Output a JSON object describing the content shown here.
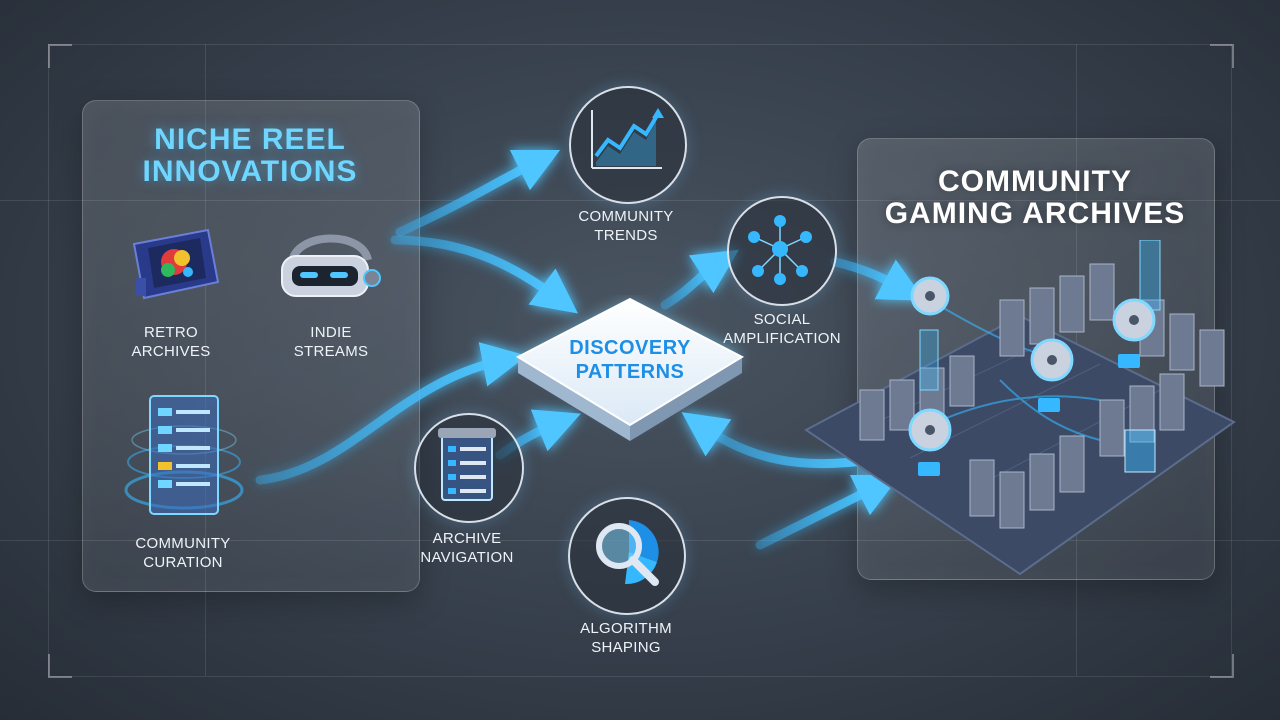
{
  "colors": {
    "accent": "#35b8ff",
    "accent_glow": "#7fd8ff",
    "title_left": "#6fd6ff",
    "title_right": "#ffffff",
    "hub_text": "#1d8fe6"
  },
  "left_panel": {
    "title_line1": "NICHE REEL",
    "title_line2": "INNOVATIONS",
    "items": [
      {
        "label_line1": "RETRO",
        "label_line2": "ARCHIVES",
        "icon": "retro-cartridge-icon"
      },
      {
        "label_line1": "INDIE",
        "label_line2": "STREAMS",
        "icon": "vr-headset-icon"
      },
      {
        "label_line1": "COMMUNITY",
        "label_line2": "CURATION",
        "icon": "holographic-list-icon"
      }
    ]
  },
  "hub": {
    "line1": "DISCOVERY",
    "line2": "PATTERNS"
  },
  "nodes": {
    "community_trends": {
      "line1": "COMMUNITY",
      "line2": "TRENDS",
      "icon": "trend-chart-icon"
    },
    "social_amplification": {
      "line1": "SOCIAL",
      "line2": "AMPLIFICATION",
      "icon": "network-people-icon"
    },
    "archive_navigation": {
      "line1": "ARCHIVE",
      "line2": "NAVIGATION",
      "icon": "archive-list-icon"
    },
    "algorithm_shaping": {
      "line1": "ALGORITHM",
      "line2": "SHAPING",
      "icon": "magnifier-pie-icon"
    }
  },
  "right_panel": {
    "title_line1": "COMMUNITY",
    "title_line2": "GAMING ARCHIVES",
    "icon": "server-city-icon"
  }
}
